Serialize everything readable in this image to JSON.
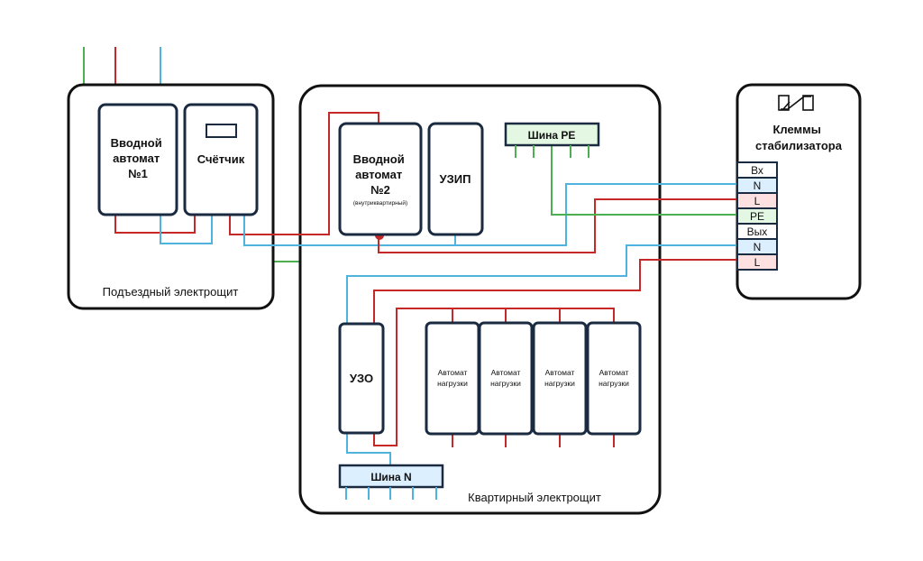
{
  "colors": {
    "phase": "#c62828",
    "neutral": "#4fb3e0",
    "ground": "#4caf50",
    "outline": "#111111",
    "device_outline": "#1a2a40",
    "bus_pe_fill": "#e3f7e3",
    "bus_n_fill": "#dcefff",
    "term_l_fill": "#fde0e0",
    "term_n_fill": "#dcefff",
    "term_pe_fill": "#e3f7e3"
  },
  "panels": {
    "entrance": "Подъездный электрощит",
    "apartment": "Квартирный электрощит",
    "stabilizer": "Клеммы стабилизатора"
  },
  "devices": {
    "main_breaker_1": "Вводной автомат №1",
    "meter": "Счётчик",
    "main_breaker_2": "Вводной автомат №2",
    "main_breaker_2_note": "(внутриквартирный)",
    "spd": "УЗИП",
    "rcd": "УЗО",
    "load_breakers": [
      "Автомат нагрузки",
      "Автомат нагрузки",
      "Автомат нагрузки",
      "Автомат нагрузки"
    ]
  },
  "buses": {
    "pe": "Шина PE",
    "n": "Шина N"
  },
  "stabilizer_terminals": [
    "Вх",
    "N",
    "L",
    "PE",
    "Вых",
    "N",
    "L"
  ],
  "icons": {
    "stabilizer": "stabilizer-icon"
  }
}
